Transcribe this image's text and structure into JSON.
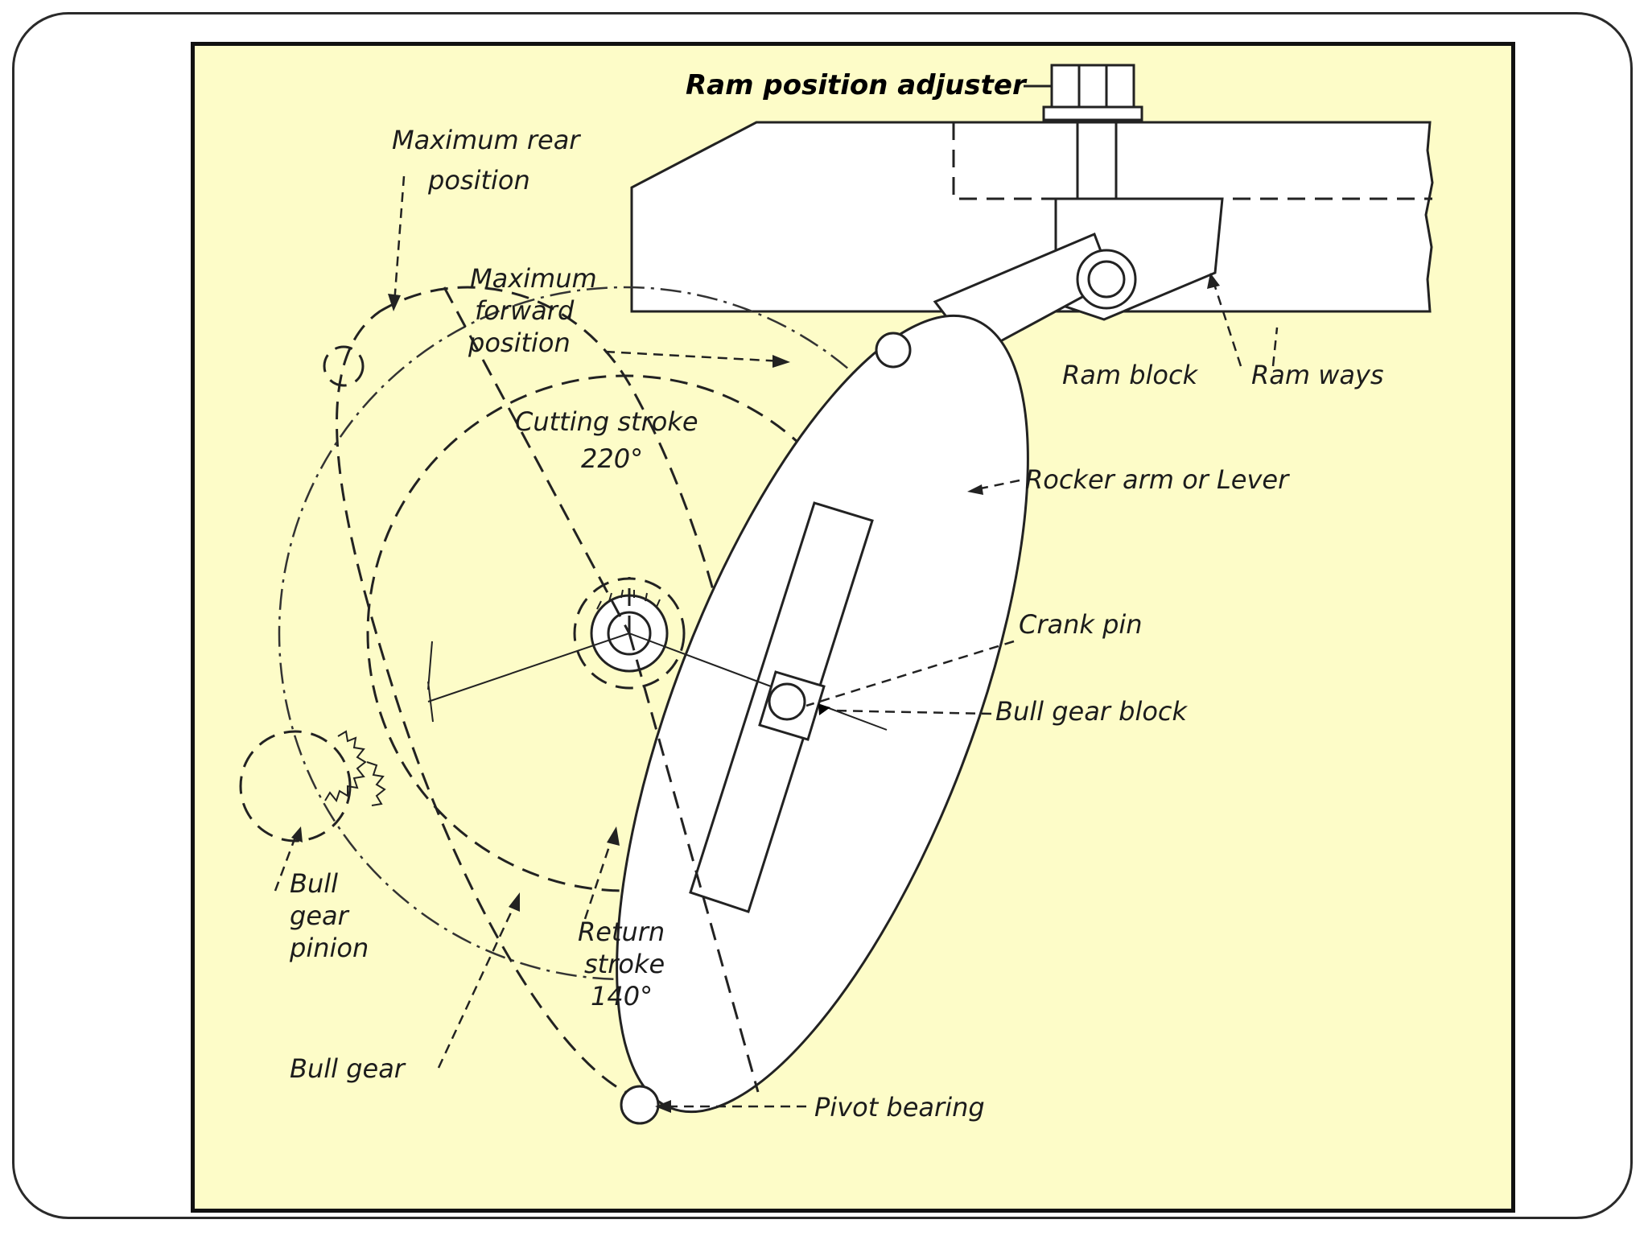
{
  "diagram": {
    "labels": {
      "ram_position_adjuster": "Ram position adjuster",
      "max_rear_1": "Maximum rear",
      "max_rear_2": "position",
      "max_forward_1": "Maximum",
      "max_forward_2": "forward",
      "max_forward_3": "position",
      "cutting_stroke_1": "Cutting stroke",
      "cutting_stroke_2": "220°",
      "ram_block": "Ram block",
      "ram_ways": "Ram ways",
      "rocker_arm": "Rocker arm or Lever",
      "crank_pin": "Crank pin",
      "bull_gear_block": "Bull gear block",
      "bull_gear_pinion_1": "Bull",
      "bull_gear_pinion_2": "gear",
      "bull_gear_pinion_3": "pinion",
      "return_stroke_1": "Return",
      "return_stroke_2": "stroke",
      "return_stroke_3": "140°",
      "bull_gear": "Bull gear",
      "pivot_bearing": "Pivot bearing"
    },
    "colors": {
      "background": "#fdfcc8",
      "line": "#222222",
      "frame": "#111111"
    }
  }
}
